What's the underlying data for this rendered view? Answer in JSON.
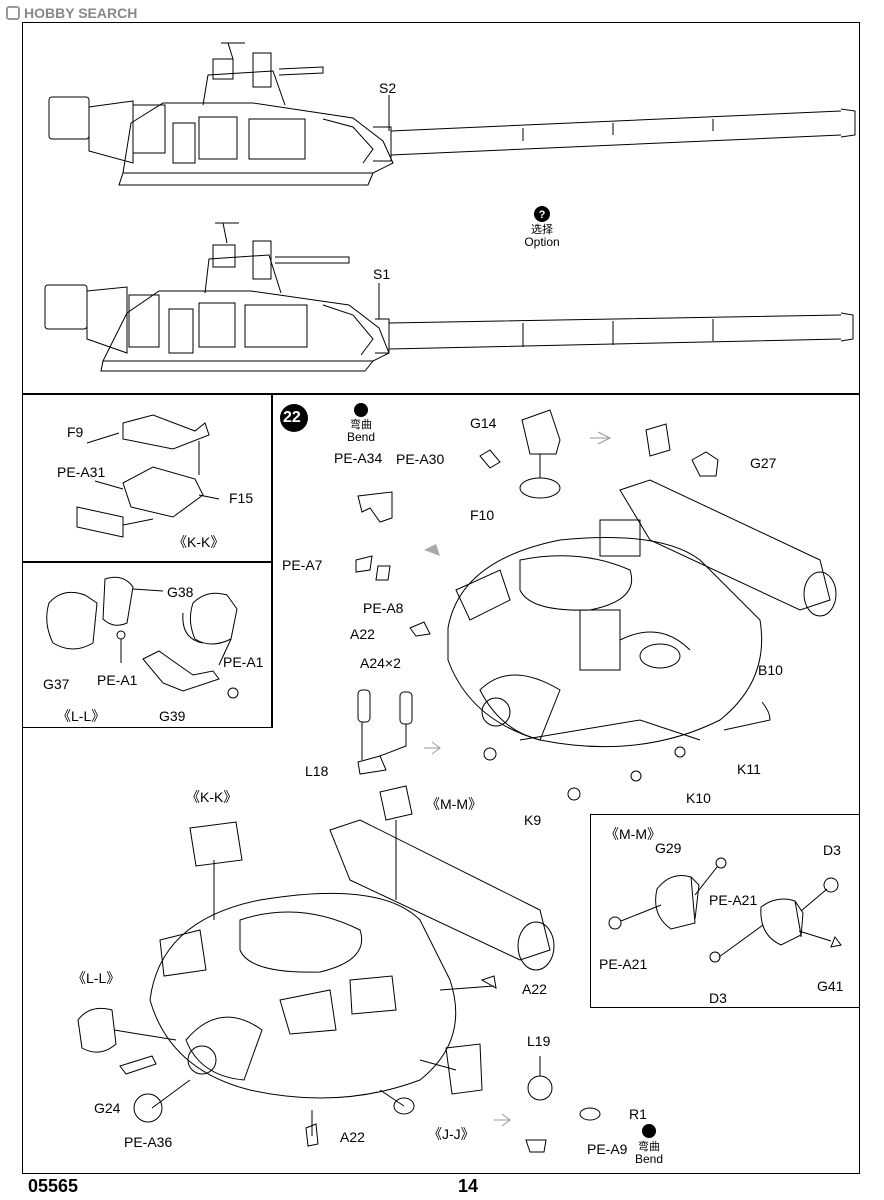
{
  "watermark": "HOBBY SEARCH",
  "top_panel": {
    "labels": {
      "s2": "S2",
      "s1": "S1"
    },
    "option": {
      "cn": "选择",
      "en": "Option"
    }
  },
  "step": {
    "number": "22",
    "bend_top": {
      "cn": "弯曲",
      "en": "Bend"
    },
    "bend_bottom": {
      "cn": "弯曲",
      "en": "Bend"
    },
    "labels": {
      "pe_a34": "PE-A34",
      "pe_a30": "PE-A30",
      "g14": "G14",
      "f10": "F10",
      "g27": "G27",
      "pe_a7": "PE-A7",
      "pe_a8": "PE-A8",
      "a22_upper": "A22",
      "a24x2": "A24×2",
      "l18": "L18",
      "b10": "B10",
      "k11": "K11",
      "k10": "K10",
      "k9": "K9",
      "kk_callout": "《K-K》",
      "mm_callout": "《M-M》",
      "ll_callout": "《L-L》",
      "a22_mid": "A22",
      "g24": "G24",
      "pe_a36": "PE-A36",
      "a22_lower": "A22",
      "jj_callout": "《J-J》",
      "l19": "L19",
      "r1": "R1",
      "pe_a9": "PE-A9"
    }
  },
  "inset_kk": {
    "f9": "F9",
    "pe_a31": "PE-A31",
    "f15": "F15",
    "title": "《K-K》"
  },
  "inset_ll": {
    "g38": "G38",
    "g37": "G37",
    "pe_a1_left": "PE-A1",
    "pe_a1_right": "PE-A1",
    "g39": "G39",
    "title": "《L-L》"
  },
  "inset_mm": {
    "title": "《M-M》",
    "g29": "G29",
    "pe_a21_right": "PE-A21",
    "pe_a21_left": "PE-A21",
    "d3_top": "D3",
    "d3_bottom": "D3",
    "g41": "G41"
  },
  "footer": {
    "code": "05565",
    "page": "14"
  }
}
